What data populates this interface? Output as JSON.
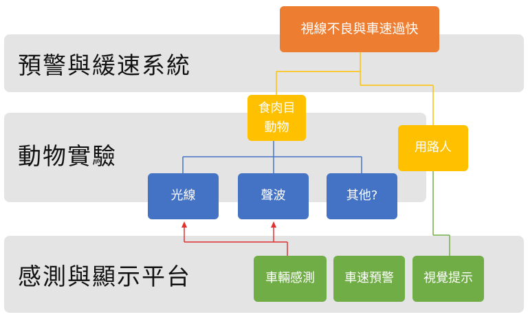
{
  "bands": {
    "warning": "預警與緩速系統",
    "animal": "動物實驗",
    "sensing": "感測與顯示平台"
  },
  "nodes": {
    "root": "視線不良與車速過快",
    "carnivore_line1": "食肉目",
    "carnivore_line2": "動物",
    "road_user": "用路人",
    "light": "光線",
    "sound": "聲波",
    "other": "其他?",
    "vehicle_sensing": "車輛感測",
    "speed_warning": "車速預警",
    "visual_hint": "視覺提示"
  },
  "colors": {
    "band": "#e4e4e4",
    "orange": "#ed7d31",
    "yellow": "#ffc000",
    "blue": "#4472c4",
    "green": "#70ad47",
    "line_yellow": "#ffc000",
    "line_blue": "#4472c4",
    "line_green": "#70ad47",
    "line_red": "#e03030"
  }
}
